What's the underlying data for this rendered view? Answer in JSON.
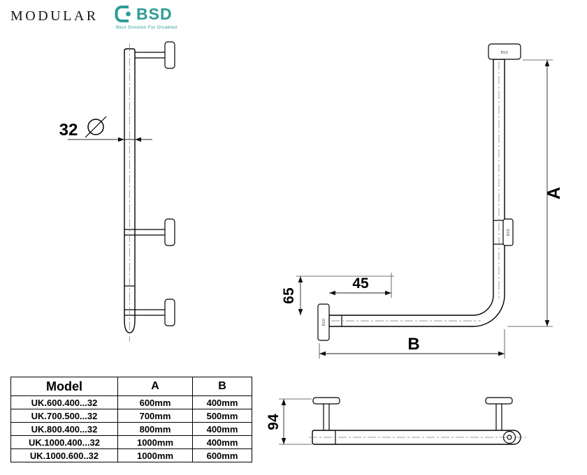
{
  "header": {
    "brand": "MODULAR",
    "logo": {
      "name": "BSD",
      "tagline": "Best Solution For Disabled",
      "color": "#2D9C95"
    }
  },
  "drawings": {
    "side_view": {
      "diameter": "32"
    },
    "front_view": {
      "dim_a": "A",
      "dim_b": "B",
      "dim_65": "65",
      "dim_45": "45"
    },
    "bottom_view": {
      "dim_94": "94"
    }
  },
  "table": {
    "headers": [
      "Model",
      "A",
      "B"
    ],
    "rows": [
      [
        "UK.600.400...32",
        "600mm",
        "400mm"
      ],
      [
        "UK.700.500...32",
        "700mm",
        "500mm"
      ],
      [
        "UK.800.400...32",
        "800mm",
        "400mm"
      ],
      [
        "UK.1000.400...32",
        "1000mm",
        "400mm"
      ],
      [
        "UK.1000.600..32",
        "1000mm",
        "600mm"
      ]
    ]
  }
}
